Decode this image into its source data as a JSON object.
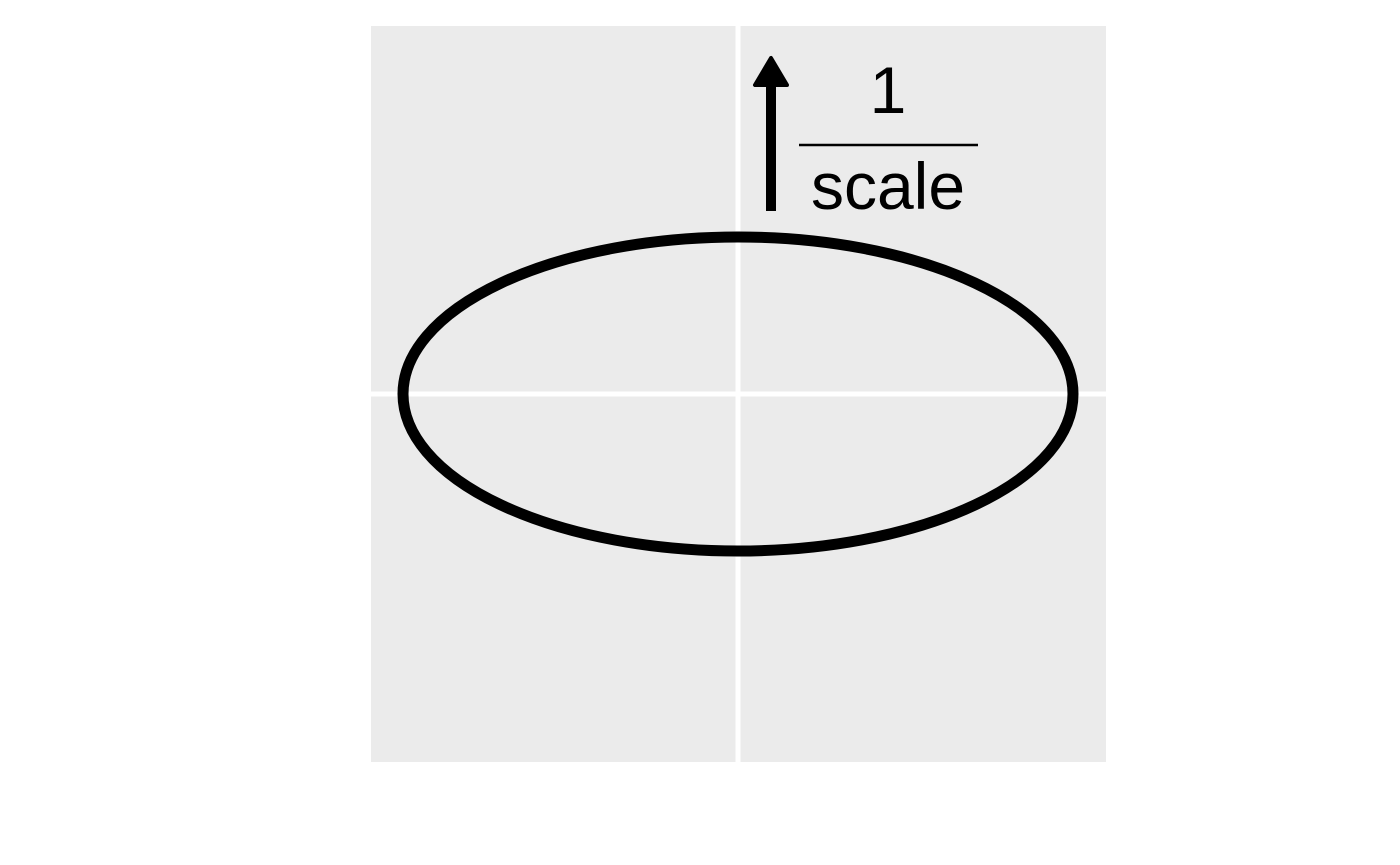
{
  "diagram": {
    "panel_color": "#EBEBEB",
    "grid_color": "#FFFFFF",
    "ink_color": "#000000",
    "annotation": {
      "numerator": "1",
      "denominator": "scale"
    },
    "shapes": [
      {
        "kind": "ellipse",
        "label": ""
      },
      {
        "kind": "arrow",
        "direction": "up"
      }
    ]
  }
}
